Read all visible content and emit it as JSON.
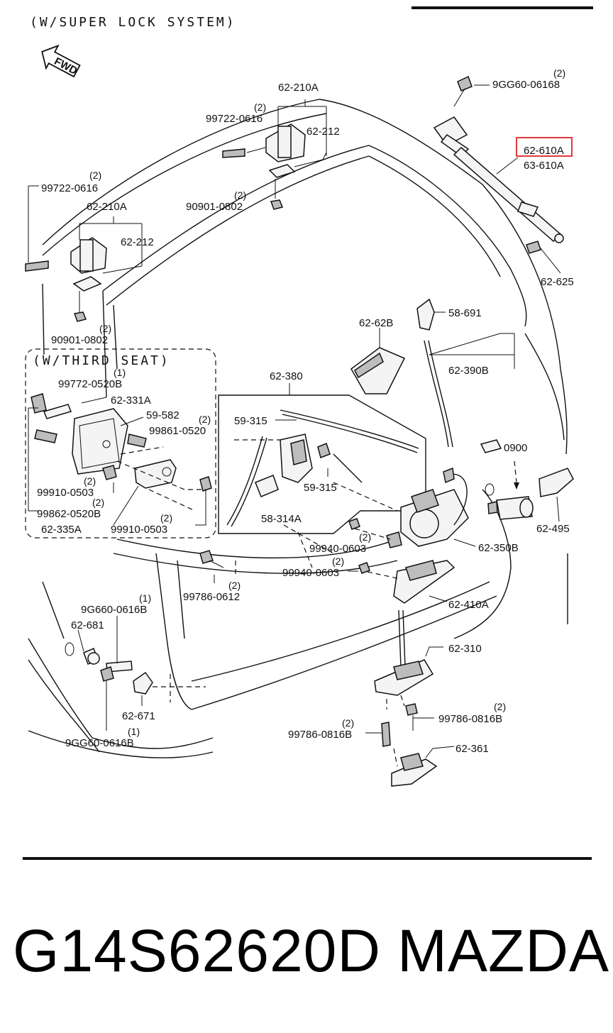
{
  "header": "(W/SUPER LOCK SYSTEM)",
  "fwd": "FWD",
  "third_seat": "(W/THIRD SEAT)",
  "part_number": "G14S62620D",
  "brand": "MAZDA",
  "highlight_color": "#e03a3a",
  "labels": [
    {
      "id": "62-210A-top",
      "text": "62-210A"
    },
    {
      "id": "99722-0616-top",
      "text": "99722-0616",
      "qty": "(2)"
    },
    {
      "id": "62-212-top",
      "text": "62-212"
    },
    {
      "id": "90901-0802-top",
      "text": "90901-0802",
      "qty": "(2)"
    },
    {
      "id": "99722-0616-left",
      "text": "99722-0616",
      "qty": "(2)"
    },
    {
      "id": "62-210A-left",
      "text": "62-210A"
    },
    {
      "id": "62-212-left",
      "text": "62-212"
    },
    {
      "id": "90901-0802-left",
      "text": "90901-0802",
      "qty": "(2)"
    },
    {
      "id": "9GG60-06168-top",
      "text": "9GG60-06168",
      "qty": "(2)"
    },
    {
      "id": "62-610A",
      "text": "62-610A",
      "highlight": true
    },
    {
      "id": "63-610A",
      "text": "63-610A"
    },
    {
      "id": "62-625",
      "text": "62-625"
    },
    {
      "id": "58-691",
      "text": "58-691"
    },
    {
      "id": "62-62B",
      "text": "62-62B"
    },
    {
      "id": "62-390B",
      "text": "62-390B"
    },
    {
      "id": "62-380",
      "text": "62-380"
    },
    {
      "id": "59-315-a",
      "text": "59-315"
    },
    {
      "id": "59-315-b",
      "text": "59-315"
    },
    {
      "id": "58-314A",
      "text": "58-314A"
    },
    {
      "id": "0900",
      "text": "0900"
    },
    {
      "id": "62-495",
      "text": "62-495"
    },
    {
      "id": "62-350B",
      "text": "62-350B"
    },
    {
      "id": "99940-0603-a",
      "text": "99940-0603",
      "qty": "(2)"
    },
    {
      "id": "99940-0603-b",
      "text": "99940-0603",
      "qty": "(2)"
    },
    {
      "id": "62-410A",
      "text": "62-410A"
    },
    {
      "id": "62-310",
      "text": "62-310"
    },
    {
      "id": "99786-0816B-r",
      "text": "99786-0816B",
      "qty": "(2)"
    },
    {
      "id": "99786-0816B-l",
      "text": "99786-0816B",
      "qty": "(2)"
    },
    {
      "id": "62-361",
      "text": "62-361"
    },
    {
      "id": "99772-0520B",
      "text": "99772-0520B",
      "qty": "(1)"
    },
    {
      "id": "62-331A",
      "text": "62-331A"
    },
    {
      "id": "59-582",
      "text": "59-582"
    },
    {
      "id": "99861-0520",
      "text": "99861-0520",
      "qty": "(2)"
    },
    {
      "id": "99910-0503-a",
      "text": "99910-0503",
      "qty": "(2)"
    },
    {
      "id": "99862-0520B",
      "text": "99862-0520B",
      "qty": "(2)"
    },
    {
      "id": "62-335A",
      "text": "62-335A"
    },
    {
      "id": "99910-0503-b",
      "text": "99910-0503",
      "qty": "(2)"
    },
    {
      "id": "99786-0612",
      "text": "99786-0612",
      "qty": "(2)"
    },
    {
      "id": "9G660-0616B",
      "text": "9G660-0616B",
      "qty": "(1)"
    },
    {
      "id": "62-681",
      "text": "62-681"
    },
    {
      "id": "62-671",
      "text": "62-671"
    },
    {
      "id": "9GG60-0616B-bot",
      "text": "9GG60-0616B",
      "qty": "(1)"
    }
  ]
}
